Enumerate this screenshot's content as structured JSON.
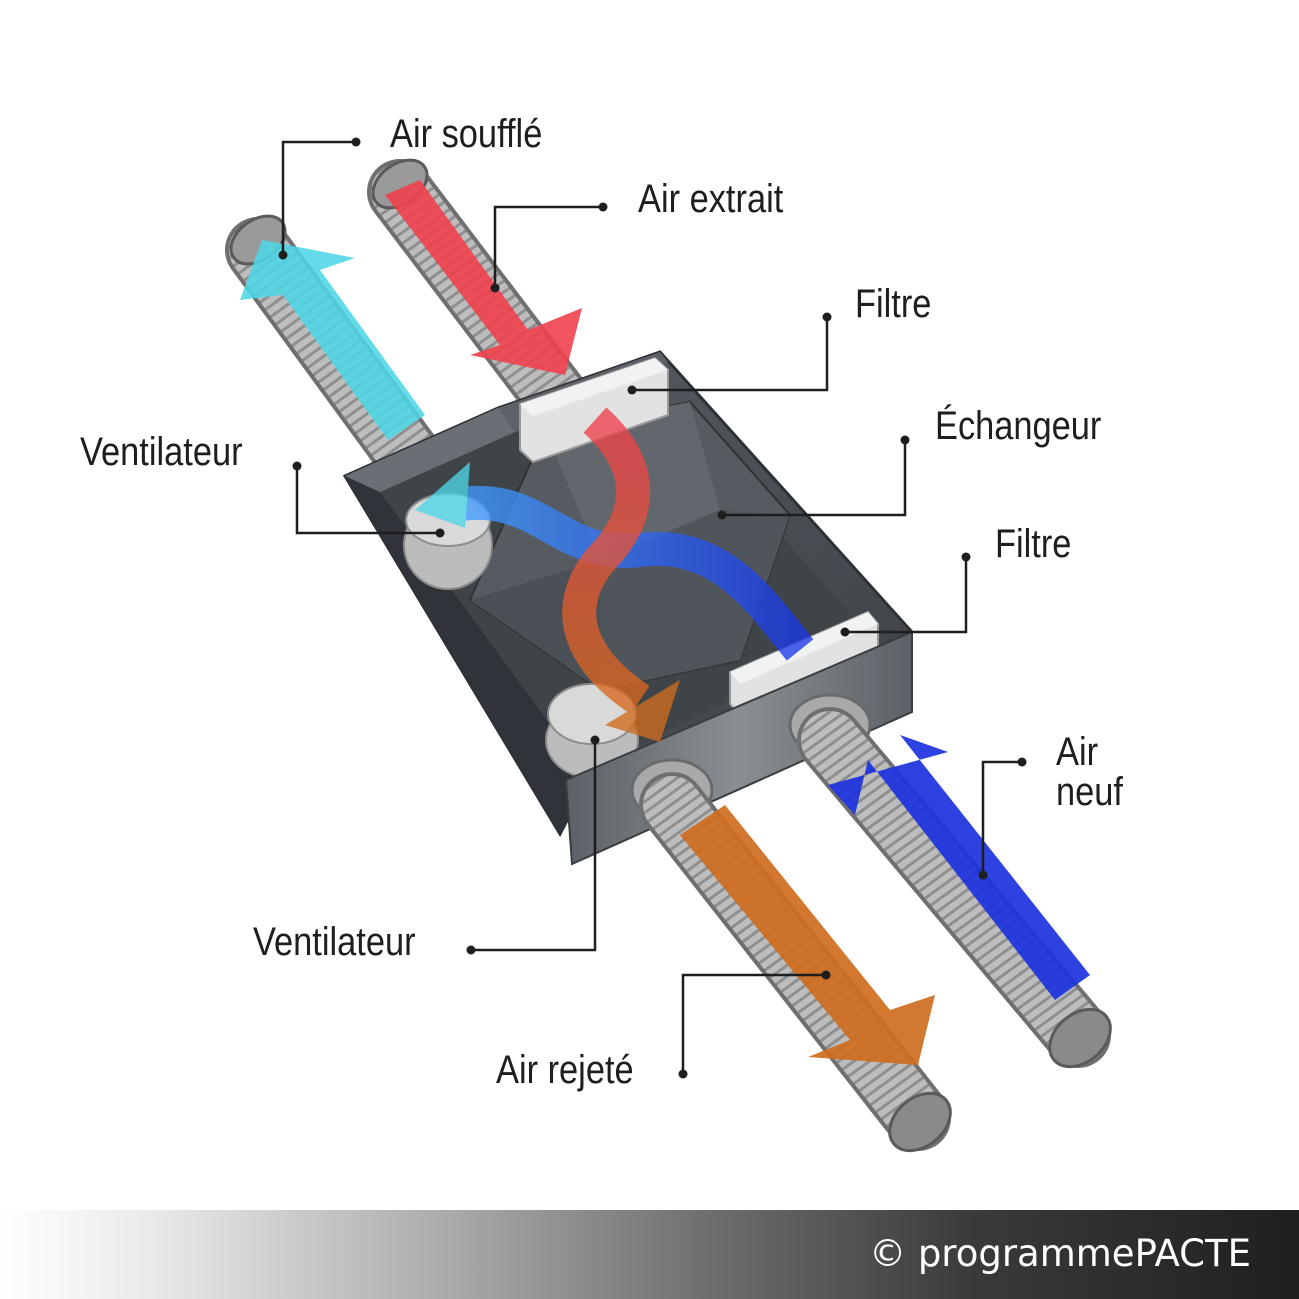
{
  "labels": {
    "air_souffle": "Air soufflé",
    "air_extrait": "Air extrait",
    "filtre_top": "Filtre",
    "echangeur": "Échangeur",
    "filtre_bottom": "Filtre",
    "ventilateur_top": "Ventilateur",
    "air_neuf_line1": "Air",
    "air_neuf_line2": "neuf",
    "ventilateur_bottom": "Ventilateur",
    "air_rejete": "Air rejeté"
  },
  "footer": {
    "copyright": "© programmePACTE"
  },
  "colors": {
    "supply_air": "#4fd6e6",
    "extract_air": "#f0404e",
    "fresh_air": "#1c32e0",
    "exhaust_air": "#cf6c1e",
    "casing": "#4a4f55",
    "duct": "#b8b8b8",
    "filter": "#e2e2e2",
    "leader_line": "#1e1e1e"
  },
  "icons": [
    "cyan-arrow-icon",
    "red-arrow-icon",
    "blue-arrow-icon",
    "orange-arrow-icon"
  ]
}
